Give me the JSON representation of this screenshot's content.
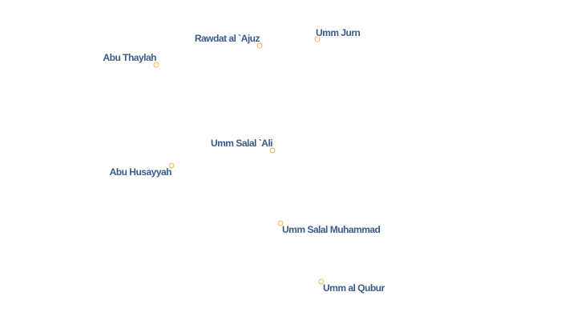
{
  "map": {
    "places": [
      {
        "name": "Rawdat al `Ajuz"
      },
      {
        "name": "Umm Jurn"
      },
      {
        "name": "Abu Thaylah"
      },
      {
        "name": "Umm Salal `Ali"
      },
      {
        "name": "Abu Husayyah"
      },
      {
        "name": "Umm Salal Muhammad"
      },
      {
        "name": "Umm al Qubur"
      }
    ],
    "colors": {
      "label": "#3a5a8c",
      "marker": "#f0b64c",
      "background": "#ffffff"
    }
  }
}
